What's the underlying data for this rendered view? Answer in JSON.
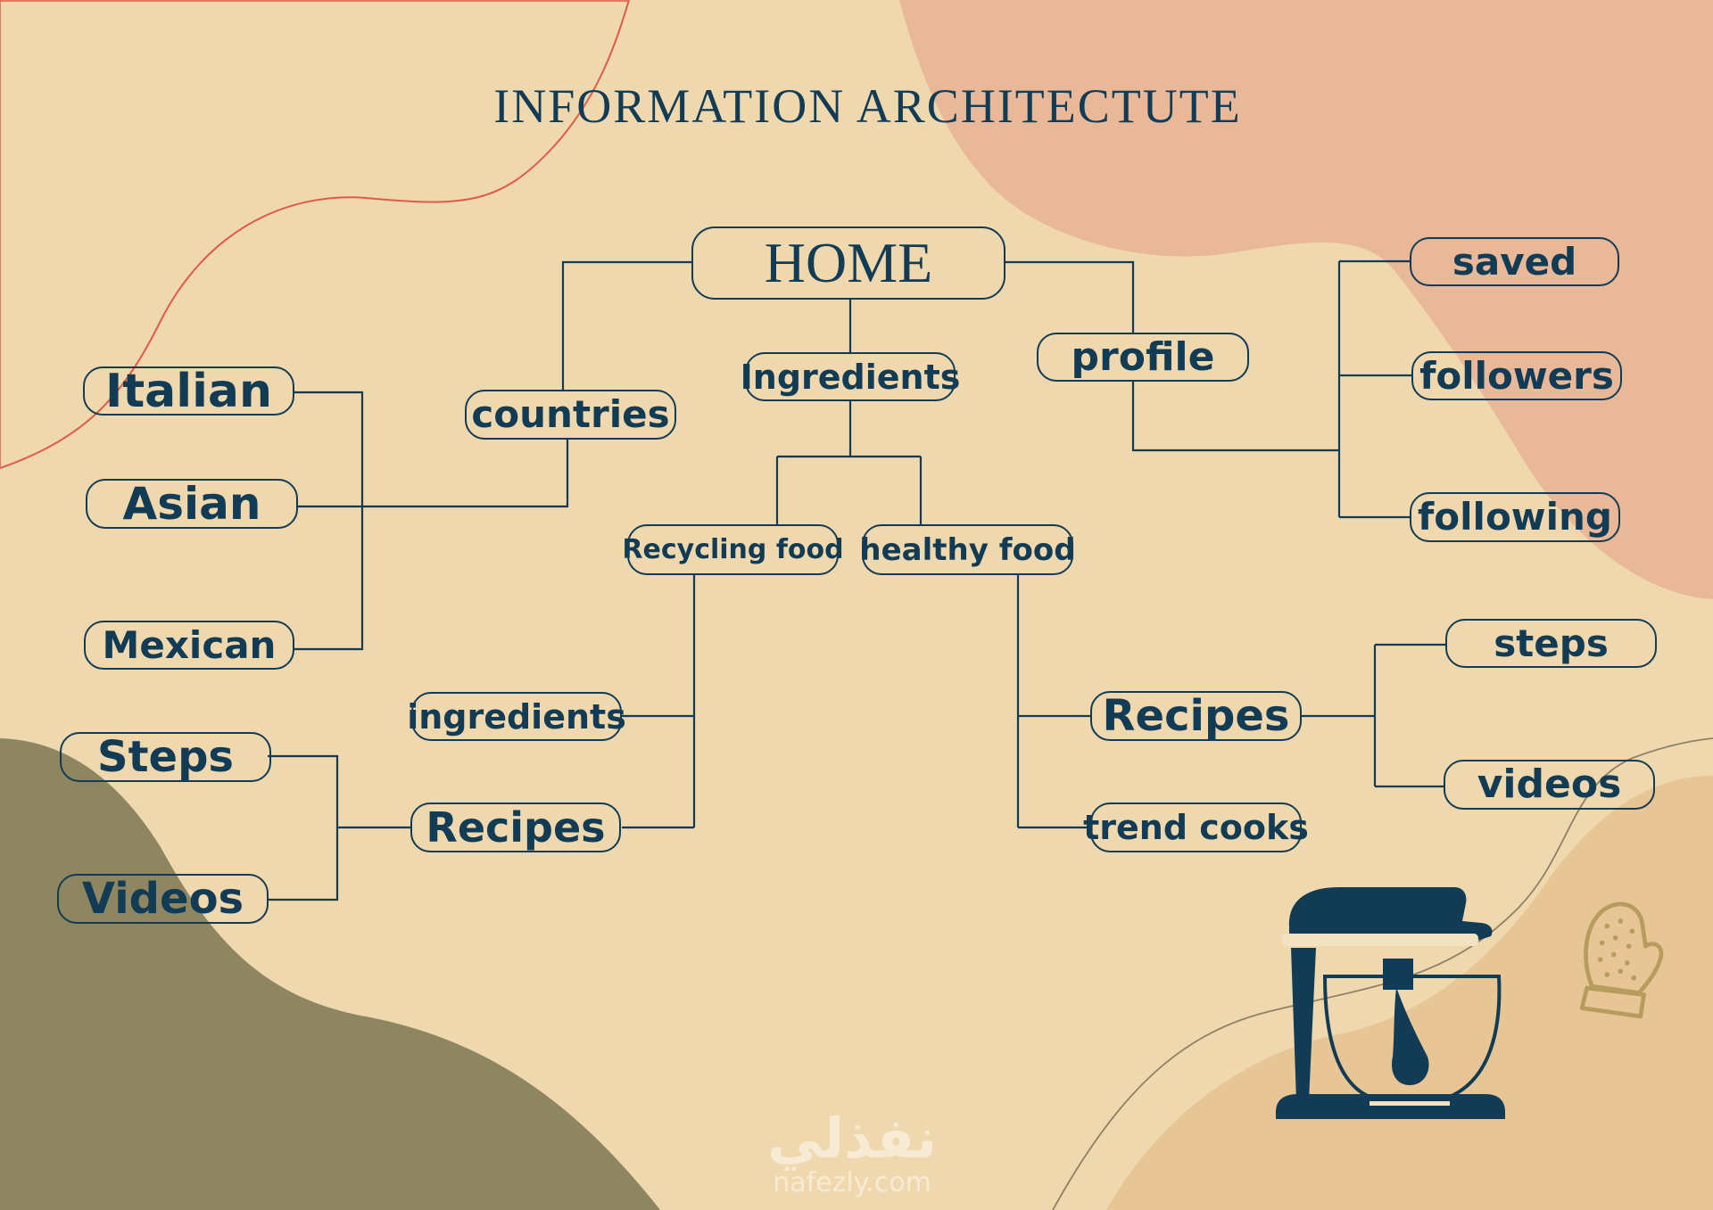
{
  "title": "INFORMATION ARCHITECTUTE",
  "nodes": {
    "home": "HOME",
    "countries": "countries",
    "ingredients": "Ingredients",
    "profile": "profile",
    "italian": "Italian",
    "asian": "Asian",
    "mexican": "Mexican",
    "recycling_food": "Recycling food",
    "healthy_food": "healthy food",
    "saved": "saved",
    "followers": "followers",
    "following": "following",
    "ingredients_sub": "ingredients",
    "recipes_left": "Recipes",
    "steps_left": "Steps",
    "videos_left": "Videos",
    "recipes_right": "Recipes",
    "trend_cooks": "trend cooks",
    "steps_right": "steps",
    "videos_right": "videos"
  },
  "watermark": {
    "main": "نفذلي",
    "sub": "nafezly.com"
  },
  "colors": {
    "background": "#efd8ae",
    "ink": "#123b55",
    "peach_blob": "#e8b898",
    "olive_blob": "#8e8660",
    "sand_blob": "#e7c595",
    "red_line": "#e05a4a"
  },
  "icons": [
    "stand-mixer-icon",
    "oven-mitt-icon"
  ]
}
